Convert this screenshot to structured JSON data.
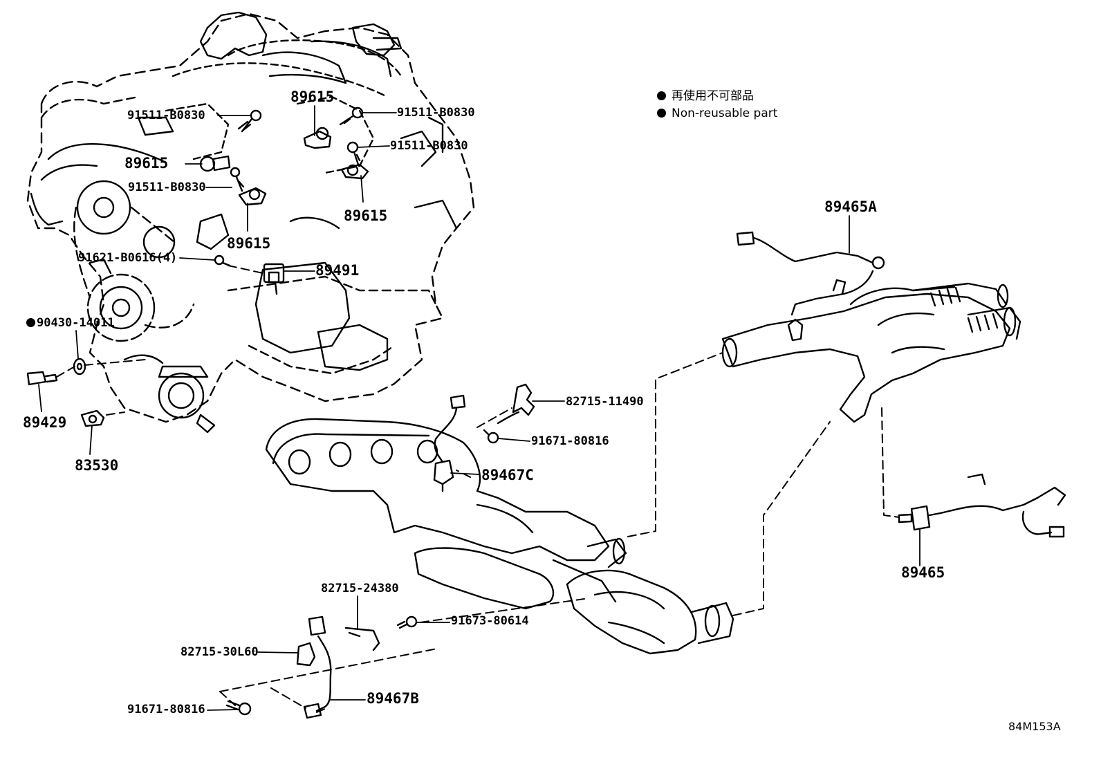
{
  "legend": {
    "items": [
      {
        "symbol": "filled-circle",
        "text": "再使用不可部品"
      },
      {
        "symbol": "filled-circle",
        "text": "Non-reusable part"
      }
    ]
  },
  "labels": {
    "bolt_top_left": "91511-B0830",
    "bolt_top_right": "91511-B0830",
    "bolt_right": "91511-B0830",
    "bolt_mid_left": "91511-B0830",
    "knock_top": "89615",
    "knock_left": "89615",
    "knock_right": "89615",
    "knock_bottom": "89615",
    "bolt_cam": "91621-B0616(4)",
    "cam_sensor": "89491",
    "gasket": "90430-14011",
    "oil_switch": "89429",
    "oil_sender": "83530",
    "bracket_upper": "82715-11490",
    "bolt_upper": "91671-80816",
    "sensor_c": "89467C",
    "bracket_mid": "82715-24380",
    "bolt_lower_right": "91673-80614",
    "bracket_lower": "82715-30L60",
    "bolt_lower_left": "91671-80816",
    "sensor_b": "89467B",
    "sensor_a": "89465A",
    "sensor_rear": "89465"
  },
  "figure_code": "84M153A",
  "colors": {
    "ink": "#000000",
    "paper": "#ffffff"
  }
}
